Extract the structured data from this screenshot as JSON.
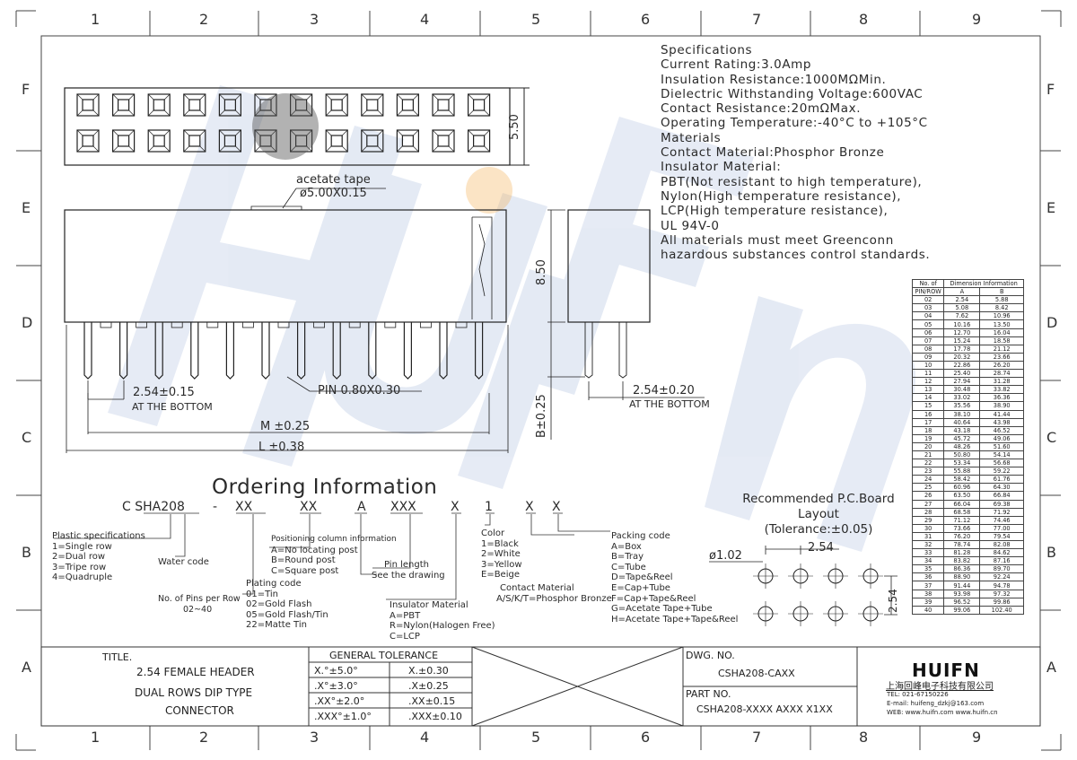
{
  "sheet": {
    "columns": [
      "1",
      "2",
      "3",
      "4",
      "5",
      "6",
      "7",
      "8",
      "9"
    ],
    "rows": [
      "F",
      "E",
      "D",
      "C",
      "B",
      "A"
    ]
  },
  "specifications": [
    "Specifications",
    "Current  Rating:3.0Amp",
    "Insulation  Resistance:1000MΩMin.",
    "Dielectric  Withstanding  Voltage:600VAC",
    "Contact  Resistance:20mΩMax.",
    "Operating  Temperature:-40°C  to  +105°C",
    "Materials",
    "Contact  Material:Phosphor Bronze",
    "Insulator  Material:",
    "PBT(Not  resistant  to  high  temperature),",
    "Nylon(High  temperature  resistance),",
    "LCP(High  temperature  resistance),",
    "UL  94V-0",
    "All  materials  must  meet  Greenconn",
    "hazardous  substances  control  standards."
  ],
  "dimensions": {
    "height_top": "5.50",
    "acetate_label": "acetate  tape",
    "acetate_dim": "ø5.00X0.15",
    "height_side": "8.50",
    "pitch_bottom": "2.54±0.15",
    "at_bottom": "AT THE BOTTOM",
    "pin": "PIN  0.80X0.30",
    "m": "M  ±0.25",
    "l": "L  ±0.38",
    "b": "B±0.25",
    "pitch_side": "2.54±0.20",
    "at_bottom_side": "AT THE BOTTOM"
  },
  "dimension_table": {
    "header1": [
      "No.  of",
      "Dimension  Information"
    ],
    "header2": [
      "PIN/ROW",
      "A",
      "B"
    ],
    "rows": [
      [
        "02",
        "2.54",
        "5.88"
      ],
      [
        "03",
        "5.08",
        "8.42"
      ],
      [
        "04",
        "7.62",
        "10.96"
      ],
      [
        "05",
        "10.16",
        "13.50"
      ],
      [
        "06",
        "12.70",
        "16.04"
      ],
      [
        "07",
        "15.24",
        "18.58"
      ],
      [
        "08",
        "17.78",
        "21.12"
      ],
      [
        "09",
        "20.32",
        "23.66"
      ],
      [
        "10",
        "22.86",
        "26.20"
      ],
      [
        "11",
        "25.40",
        "28.74"
      ],
      [
        "12",
        "27.94",
        "31.28"
      ],
      [
        "13",
        "30.48",
        "33.82"
      ],
      [
        "14",
        "33.02",
        "36.36"
      ],
      [
        "15",
        "35.56",
        "38.90"
      ],
      [
        "16",
        "38.10",
        "41.44"
      ],
      [
        "17",
        "40.64",
        "43.98"
      ],
      [
        "18",
        "43.18",
        "46.52"
      ],
      [
        "19",
        "45.72",
        "49.06"
      ],
      [
        "20",
        "48.26",
        "51.60"
      ],
      [
        "21",
        "50.80",
        "54.14"
      ],
      [
        "22",
        "53.34",
        "56.68"
      ],
      [
        "23",
        "55.88",
        "59.22"
      ],
      [
        "24",
        "58.42",
        "61.76"
      ],
      [
        "25",
        "60.96",
        "64.30"
      ],
      [
        "26",
        "63.50",
        "66.84"
      ],
      [
        "27",
        "66.04",
        "69.38"
      ],
      [
        "28",
        "68.58",
        "71.92"
      ],
      [
        "29",
        "71.12",
        "74.46"
      ],
      [
        "30",
        "73.66",
        "77.00"
      ],
      [
        "31",
        "76.20",
        "79.54"
      ],
      [
        "32",
        "78.74",
        "82.08"
      ],
      [
        "33",
        "81.28",
        "84.62"
      ],
      [
        "34",
        "83.82",
        "87.16"
      ],
      [
        "35",
        "86.36",
        "89.70"
      ],
      [
        "36",
        "88.90",
        "92.24"
      ],
      [
        "37",
        "91.44",
        "94.78"
      ],
      [
        "38",
        "93.98",
        "97.32"
      ],
      [
        "39",
        "96.52",
        "99.86"
      ],
      [
        "40",
        "99.06",
        "102.40"
      ]
    ]
  },
  "ordering": {
    "title": "Ordering  Information",
    "code": [
      "C SHA208",
      "-",
      "XX",
      "XX",
      "A",
      "XXX",
      "X",
      "1",
      "X",
      "X"
    ],
    "plastic": [
      "Plastic  specifications",
      "1=Single  row",
      "2=Dual  row",
      "3=Tripe  row",
      "4=Quadruple"
    ],
    "water": "Water  code",
    "pins": [
      "No.  of  Pins  per  Row",
      "02~40"
    ],
    "plating": [
      "Plating  code",
      "01=Tin",
      "02=Gold  Flash",
      "05=Gold  Flash/Tin",
      "22=Matte  Tin"
    ],
    "positioning": [
      "Positioning  column  information",
      "A=No  locating  post",
      "B=Round  post",
      "C=Square  post"
    ],
    "pin_length": [
      "Pin  length",
      "See  the  drawing"
    ],
    "insulator": [
      "Insulator  Material",
      "A=PBT",
      "R=Nylon(Halogen  Free)",
      "C=LCP"
    ],
    "color": [
      "Color",
      "1=Black",
      "2=White",
      "3=Yellow",
      "E=Beige"
    ],
    "contact": [
      "Contact  Material",
      "A/S/K/T=Phosphor  Bronze"
    ],
    "packing": [
      "Packing  code",
      "A=Box",
      "B=Tray",
      "C=Tube",
      "D=Tape&Reel",
      "E=Cap+Tube",
      "F=Cap+Tape&Reel",
      "G=Acetate  Tape+Tube",
      "H=Acetate  Tape+Tape&Reel"
    ]
  },
  "pcb": {
    "title": [
      "Recommended  P.C.Board",
      "Layout",
      "(Tolerance:±0.05)"
    ],
    "hole": "ø1.02",
    "pitch_x": "2.54",
    "pitch_y": "2.54"
  },
  "title_block": {
    "title_label": "TITLE.",
    "title_lines": [
      "2.54  FEMALE  HEADER",
      "DUAL  ROWS  DIP  TYPE",
      "CONNECTOR"
    ],
    "general_tolerance": "GENERAL  TOLERANCE",
    "tolerances": [
      [
        "X.°±5.0°",
        "X.±0.30"
      ],
      [
        ".X°±3.0°",
        ".X±0.25"
      ],
      [
        ".XX°±2.0°",
        ".XX±0.15"
      ],
      [
        ".XXX°±1.0°",
        ".XXX±0.10"
      ]
    ],
    "dwg_no_label": "DWG.  NO.",
    "dwg_no": "CSHA208-CAXX",
    "part_no_label": "PART  NO.",
    "part_no": "CSHA208-XXXX  AXXX  X1XX",
    "company_logo": "HUIFN",
    "company_name": "上海回峰电子科技有限公司",
    "tel": "TEL:  021-67150226",
    "email": "E-mail:  huifeng_dzkj@163.com",
    "web": "WEB:  www.huifn.com   www.huifn.cn"
  },
  "colors": {
    "watermark_blue": "#3a63b0",
    "watermark_orange": "#f3b25a",
    "line": "#333333"
  }
}
